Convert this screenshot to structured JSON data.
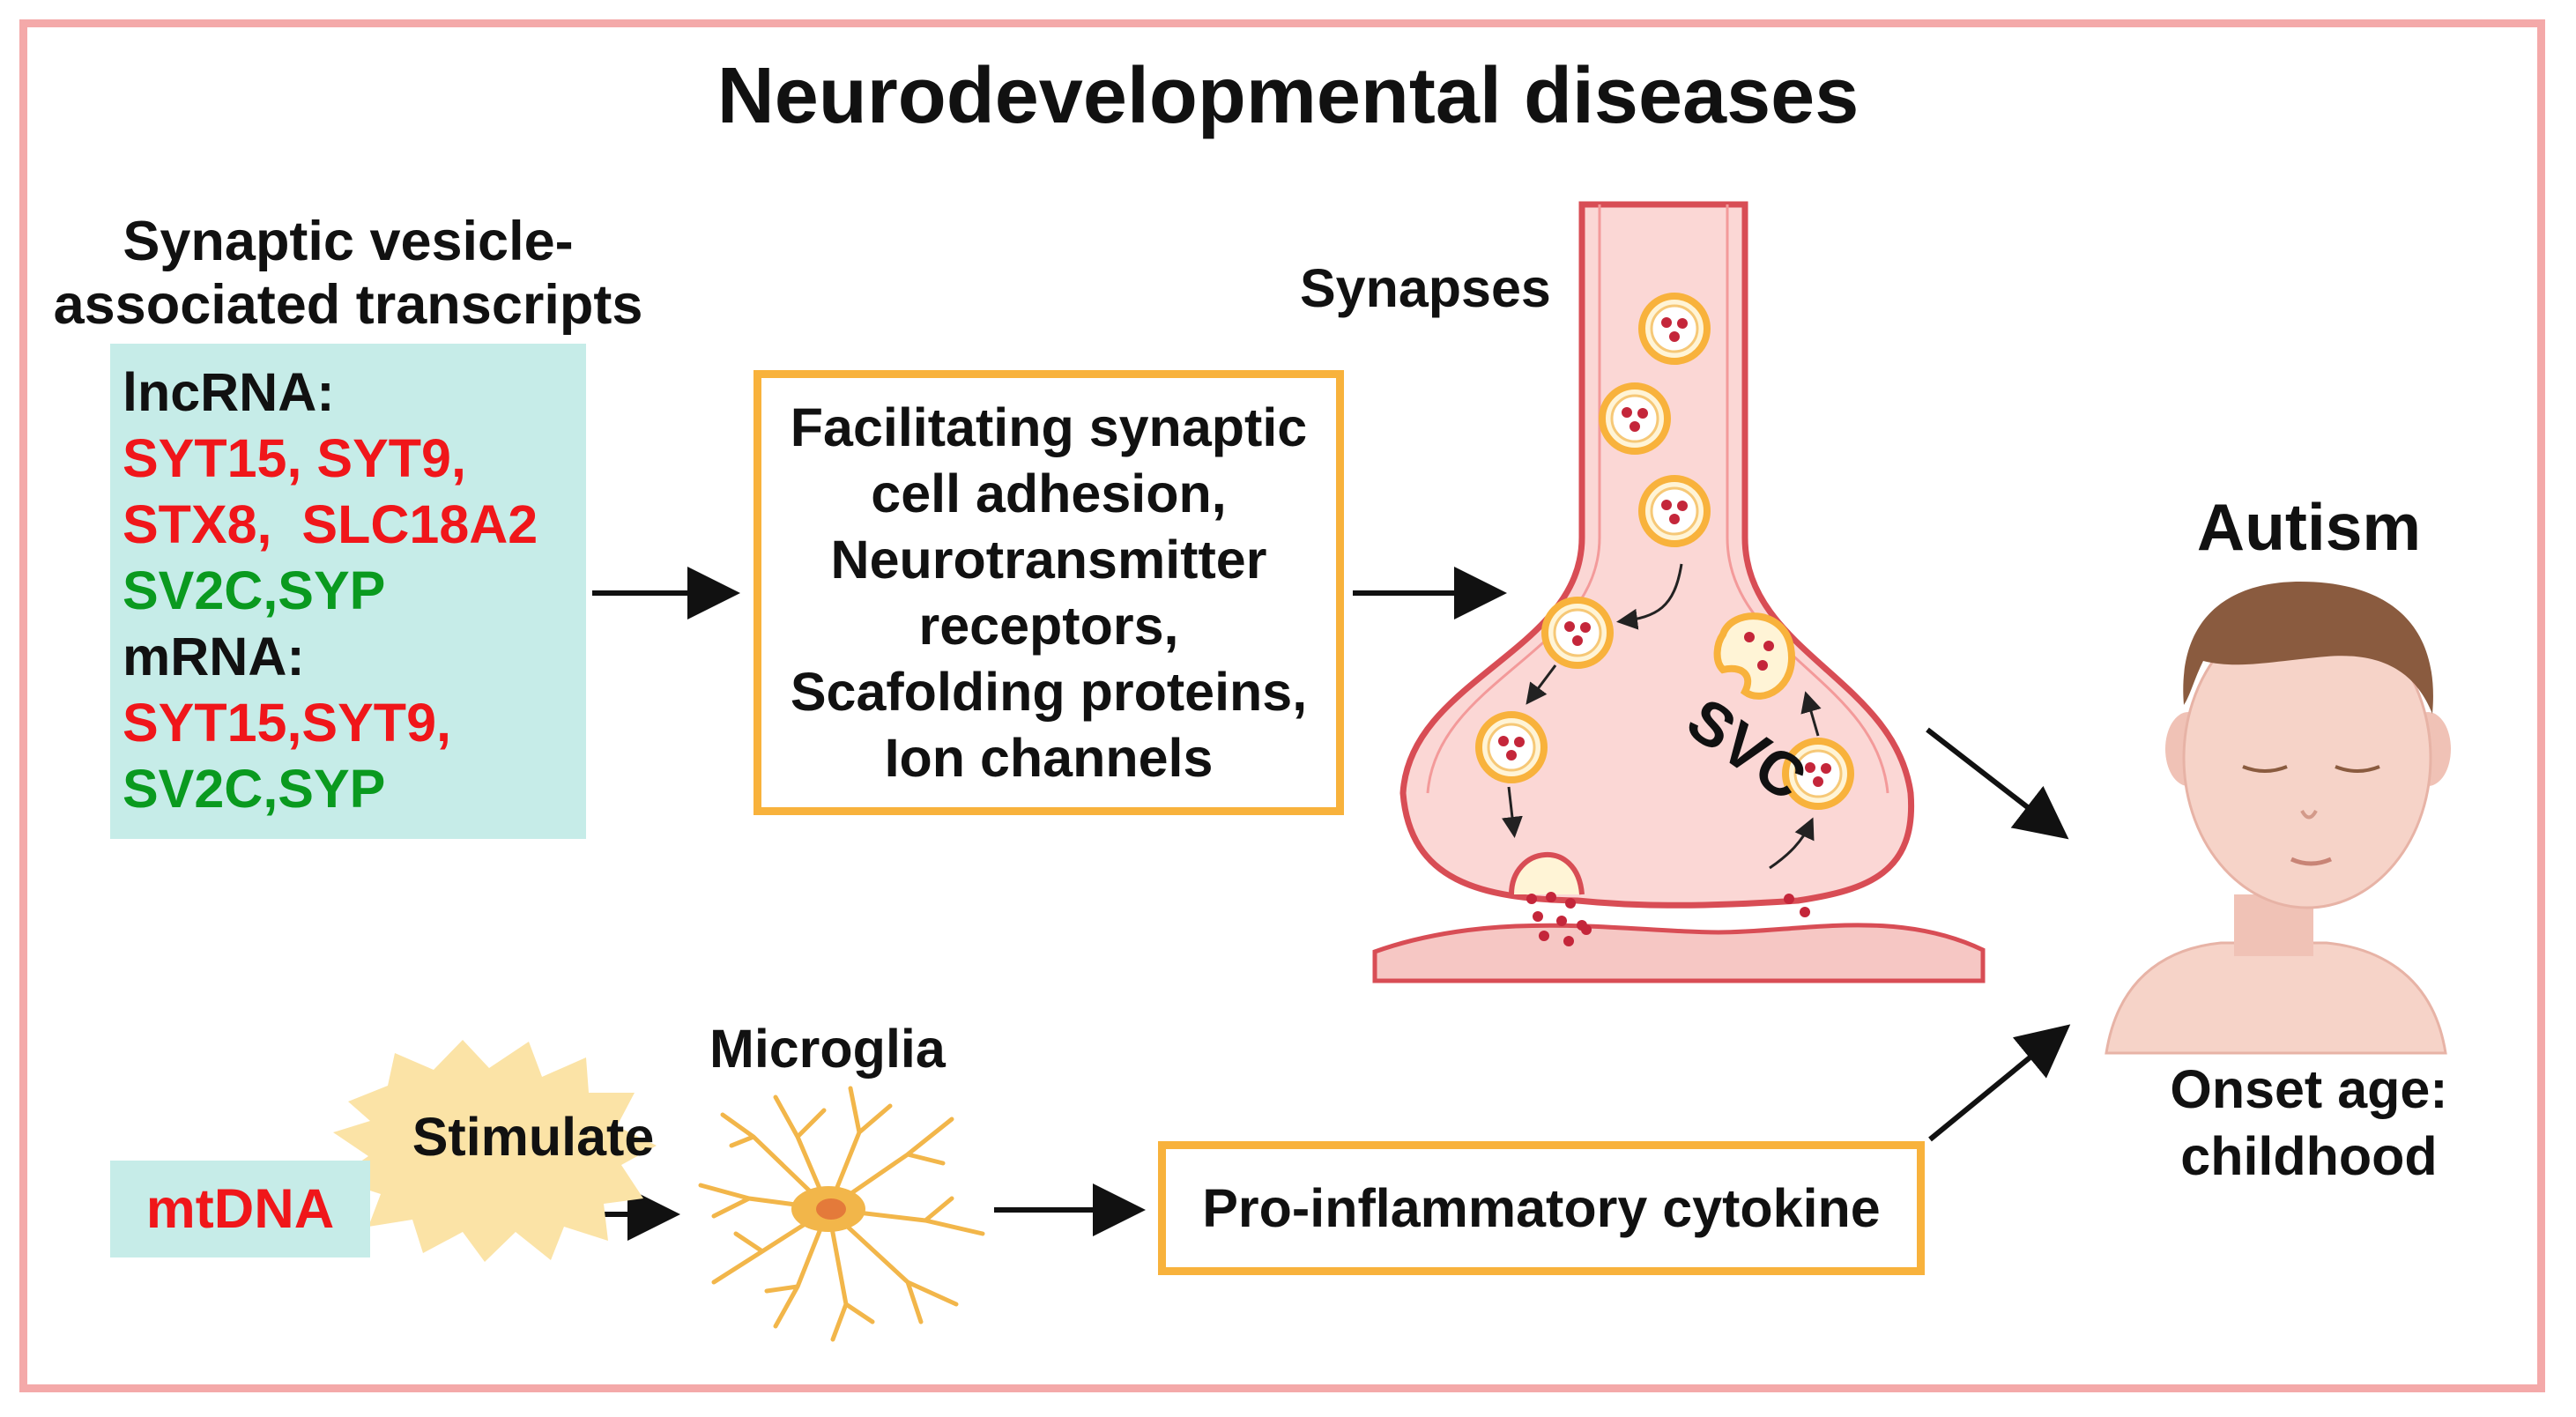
{
  "title": "Neurodevelopmental diseases",
  "transcripts": {
    "heading_line1": "Synaptic vesicle-",
    "heading_line2": "associated transcripts",
    "lncrna_label": "lncRNA:",
    "lncrna_red_line1": "SYT15, SYT9,",
    "lncrna_red_line2": "STX8,  SLC18A2",
    "lncrna_green": "SV2C,SYP",
    "mrna_label": "mRNA:",
    "mrna_red": "SYT15,SYT9,",
    "mrna_green": "SV2C,SYP"
  },
  "functions": {
    "line1": "Facilitating synaptic",
    "line2": "cell adhesion,",
    "line3": "Neurotransmitter",
    "line4": "receptors,",
    "line5": "Scafolding proteins,",
    "line6": "Ion channels"
  },
  "synapse": {
    "label": "Synapses",
    "cycle_label": "SVC"
  },
  "outcome": {
    "disease": "Autism",
    "onset_line1": "Onset age:",
    "onset_line2": "childhood"
  },
  "inflammation": {
    "source": "mtDNA",
    "stimulus": "Stimulate",
    "cell": "Microglia",
    "product": "Pro-inflammatory cytokine"
  },
  "colors": {
    "frame": "#f4a9a9",
    "box_border": "#f8b23c",
    "teal_box": "#c6ece8",
    "red_text": "#f0161a",
    "green_text": "#0a9a1f",
    "synapse_fill": "#fbd7d5",
    "synapse_edge": "#d84d55",
    "microglia": "#f2b64a",
    "burst": "#fbe3a6",
    "skin": "#f6d3c8",
    "hair": "#8a5b3f"
  }
}
